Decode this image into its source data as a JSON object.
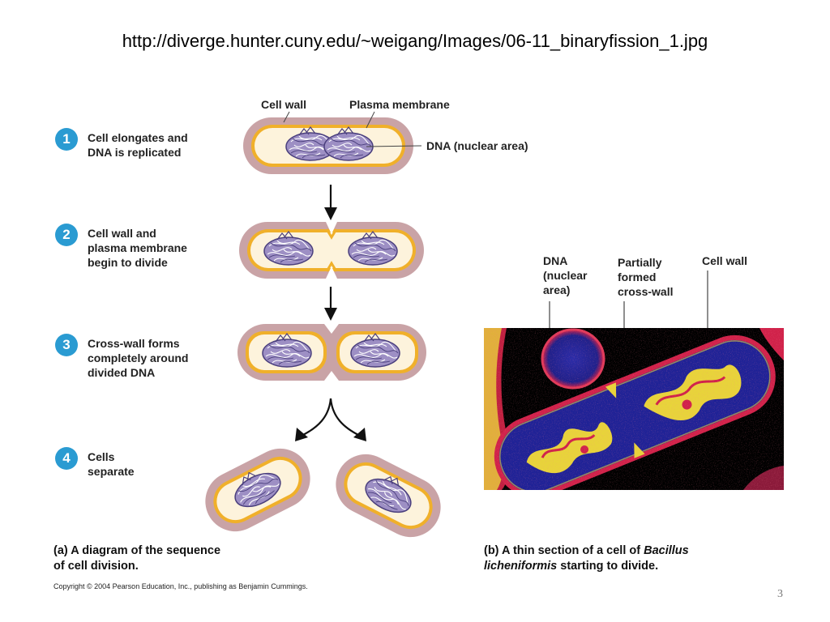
{
  "title": "http://diverge.hunter.cuny.edu/~weigang/Images/06-11_binaryfission_1.jpg",
  "diagram": {
    "labels": {
      "cell_wall": "Cell wall",
      "plasma_membrane": "Plasma membrane",
      "dna_nuclear_area": "DNA (nuclear area)"
    },
    "steps": [
      {
        "number": "1",
        "line1": "Cell elongates and",
        "line2": "DNA is replicated",
        "line3": ""
      },
      {
        "number": "2",
        "line1": "Cell wall and",
        "line2": "plasma membrane",
        "line3": "begin to divide"
      },
      {
        "number": "3",
        "line1": "Cross-wall forms",
        "line2": "completely around",
        "line3": "divided DNA"
      },
      {
        "number": "4",
        "line1": "Cells",
        "line2": "separate",
        "line3": ""
      }
    ],
    "caption_a": {
      "tag": "(a)",
      "line1": "A diagram of the sequence",
      "line2": "of cell division."
    }
  },
  "micrograph": {
    "labels": {
      "dna_line1": "DNA",
      "dna_line2": "(nuclear",
      "dna_line3": "area)",
      "cross_line1": "Partially",
      "cross_line2": "formed",
      "cross_line3": "cross-wall",
      "cell_wall": "Cell wall"
    },
    "caption_b": {
      "tag": "(b)",
      "line1_pre": "A thin section of a cell of ",
      "line1_italic": "Bacillus",
      "line2_italic": "licheniformis",
      "line2_post": " starting to divide."
    }
  },
  "copyright": "Copyright © 2004 Pearson Education, Inc., publishing as Benjamin Cummings.",
  "page_number": "3",
  "colors": {
    "cell_wall": "#c9a3a6",
    "membrane": "#f0b02a",
    "cytoplasm": "#fdf3dc",
    "dna_fill": "#9d8fc4",
    "dna_stroke": "#4a3f7d",
    "badge": "#2a9bd2",
    "micro_bg": "#000000",
    "micro_blue": "#2b2ca8",
    "micro_red": "#d0224a",
    "micro_yellow": "#f2e23a"
  }
}
